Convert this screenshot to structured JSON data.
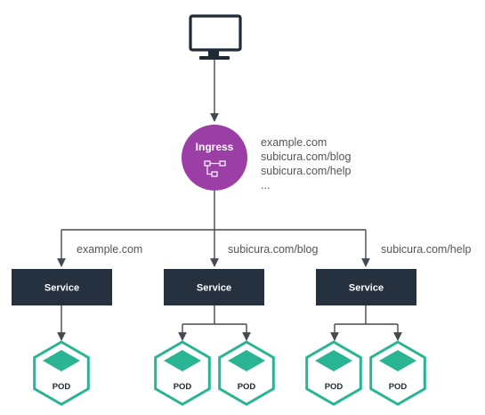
{
  "client": {
    "icon": "monitor-icon"
  },
  "ingress": {
    "label": "Ingress",
    "icon": "network-topology-icon",
    "color": "#9b3fa6",
    "routes": [
      "example.com",
      "subicura.com/blog",
      "subicura.com/help",
      "..."
    ]
  },
  "services": [
    {
      "route": "example.com",
      "label": "Service",
      "pods": [
        "POD"
      ]
    },
    {
      "route": "subicura.com/blog",
      "label": "Service",
      "pods": [
        "POD",
        "POD"
      ]
    },
    {
      "route": "subicura.com/help",
      "label": "Service",
      "pods": [
        "POD",
        "POD"
      ]
    }
  ],
  "colors": {
    "service": "#25313f",
    "pod_fill": "#29b493",
    "pod_stroke": "#29b493",
    "line": "#444a52"
  }
}
